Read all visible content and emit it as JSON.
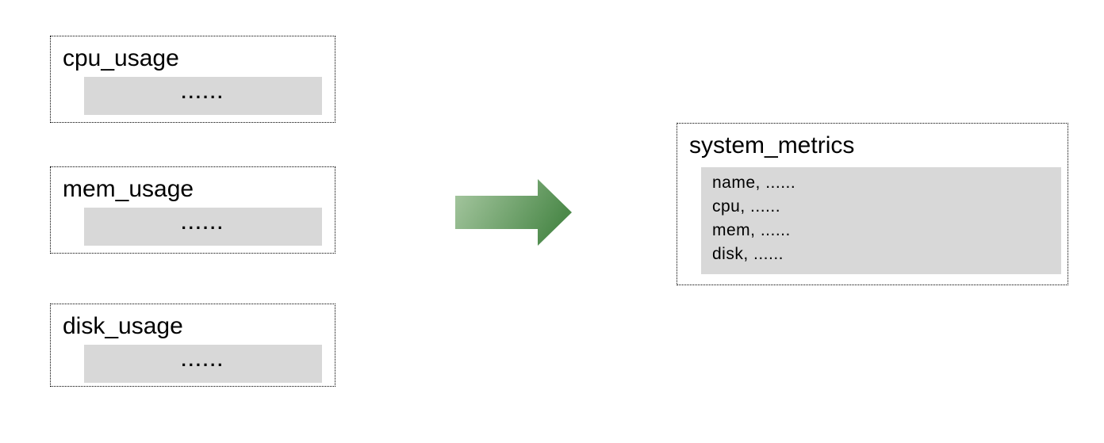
{
  "colors": {
    "background": "#ffffff",
    "panel_gray": "#d8d8d8",
    "border_black": "#000000",
    "arrow_light_green": "#a9c9a3",
    "arrow_dark_green": "#4d8a4b"
  },
  "sources": [
    {
      "title": "cpu_usage",
      "content": "......"
    },
    {
      "title": "mem_usage",
      "content": "......"
    },
    {
      "title": "disk_usage",
      "content": "......"
    }
  ],
  "arrow": {
    "direction": "right"
  },
  "result": {
    "title": "system_metrics",
    "rows": [
      "name, ......",
      "cpu, ......",
      "mem, ......",
      "disk, ......"
    ]
  }
}
